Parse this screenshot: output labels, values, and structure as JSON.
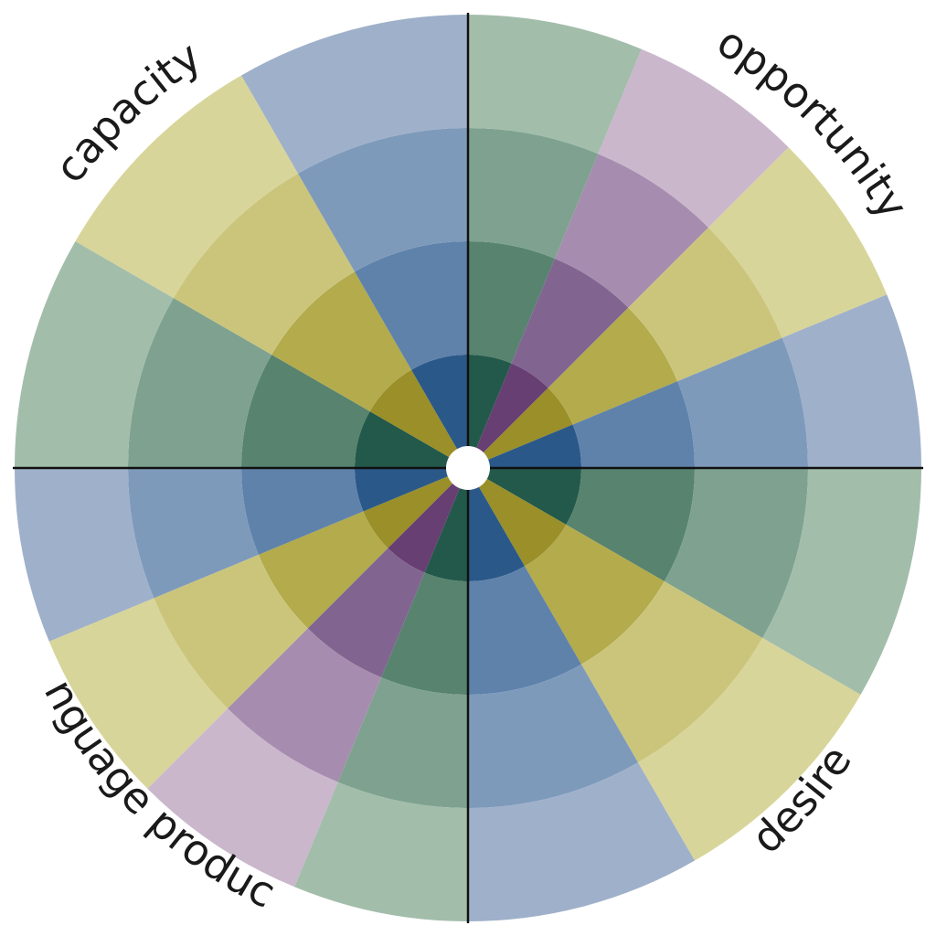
{
  "quadrant_labels": {
    "top_left": "capacity",
    "top_right": "opportunity",
    "bottom_right": "desire",
    "bottom_left": "language products"
  },
  "rings_from_center": 4,
  "segments_clockwise_from_top": [
    {
      "quadrant": "top_right",
      "hue": "green"
    },
    {
      "quadrant": "top_right",
      "hue": "purple"
    },
    {
      "quadrant": "top_right",
      "hue": "olive"
    },
    {
      "quadrant": "top_right",
      "hue": "blue"
    },
    {
      "quadrant": "bottom_right",
      "hue": "green"
    },
    {
      "quadrant": "bottom_right",
      "hue": "olive"
    },
    {
      "quadrant": "bottom_right",
      "hue": "blue"
    },
    {
      "quadrant": "bottom_left",
      "hue": "green"
    },
    {
      "quadrant": "bottom_left",
      "hue": "purple"
    },
    {
      "quadrant": "bottom_left",
      "hue": "olive"
    },
    {
      "quadrant": "bottom_left",
      "hue": "blue"
    },
    {
      "quadrant": "top_left",
      "hue": "green"
    },
    {
      "quadrant": "top_left",
      "hue": "olive"
    },
    {
      "quadrant": "top_left",
      "hue": "blue"
    }
  ],
  "palette": {
    "green": [
      "#23594a",
      "#57836f",
      "#7ea28f",
      "#a3bdab"
    ],
    "purple": [
      "#673f73",
      "#816590",
      "#a68daf",
      "#cab7cc"
    ],
    "olive": [
      "#9a8f29",
      "#b3ab4c",
      "#cbc57c",
      "#d8d59a"
    ],
    "blue": [
      "#2a5888",
      "#5f82ab",
      "#7e9abb",
      "#9fb0ca"
    ]
  },
  "divider_color": "#111111",
  "hub_color": "#ffffff"
}
